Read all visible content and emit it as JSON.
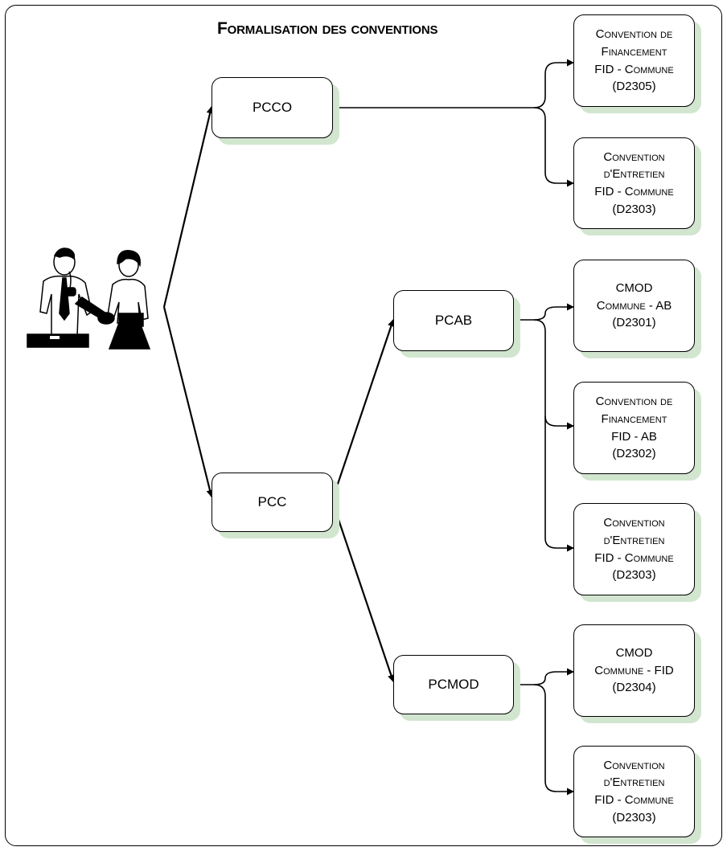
{
  "diagram": {
    "title": "Formalisation des conventions",
    "nodes": {
      "pcco": "PCCO",
      "pcc": "PCC",
      "pcab": "PCAB",
      "pcmod": "PCMOD",
      "conv_fin_fid_commune": "Convention de\nFinancement\nFID - Commune\n(D2305)",
      "conv_ent_1": "Convention\nd'Entretien\nFID - Commune\n(D2303)",
      "cmod_commune_ab": "CMOD\nCommune - AB\n(D2301)",
      "conv_fin_fid_ab": "Convention de\nFinancement\nFID - AB\n(D2302)",
      "conv_ent_2": "Convention\nd'Entretien\nFID - Commune\n(D2303)",
      "cmod_commune_fid": "CMOD\nCommune - FID\n(D2304)",
      "conv_ent_3": "Convention\nd'Entretien\nFID - Commune\n(D2303)"
    },
    "illustration": "people-handshake-icon",
    "colors": {
      "shadow": "#d2e6cf",
      "border": "#000000"
    }
  }
}
